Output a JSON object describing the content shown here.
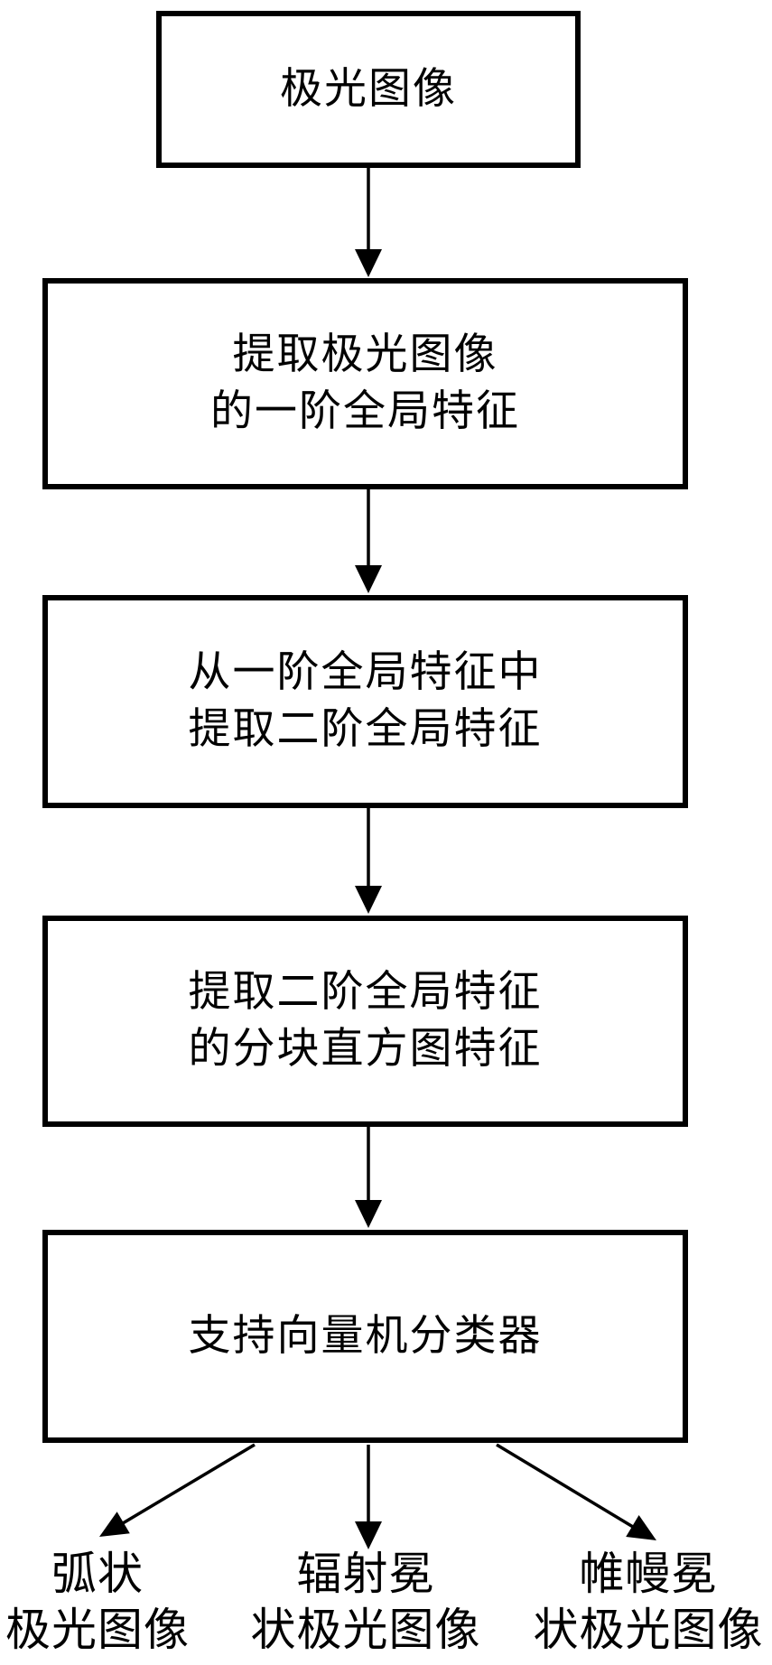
{
  "diagram": {
    "background_color": "#ffffff",
    "line_color": "#000000",
    "boxes": [
      {
        "id": "aurora-image",
        "text": "极光图像"
      },
      {
        "id": "first-order-features",
        "text": "提取极光图像\n的一阶全局特征"
      },
      {
        "id": "second-order-features",
        "text": "从一阶全局特征中\n提取二阶全局特征"
      },
      {
        "id": "block-histogram-features",
        "text": "提取二阶全局特征\n的分块直方图特征"
      },
      {
        "id": "svm-classifier",
        "text": "支持向量机分类器"
      }
    ],
    "outputs": [
      {
        "id": "arc-aurora",
        "text": "弧状\n极光图像"
      },
      {
        "id": "radial-corona-aurora",
        "text": "辐射冕\n状极光图像"
      },
      {
        "id": "drapery-corona-aurora",
        "text": "帷幔冕\n状极光图像"
      }
    ]
  }
}
